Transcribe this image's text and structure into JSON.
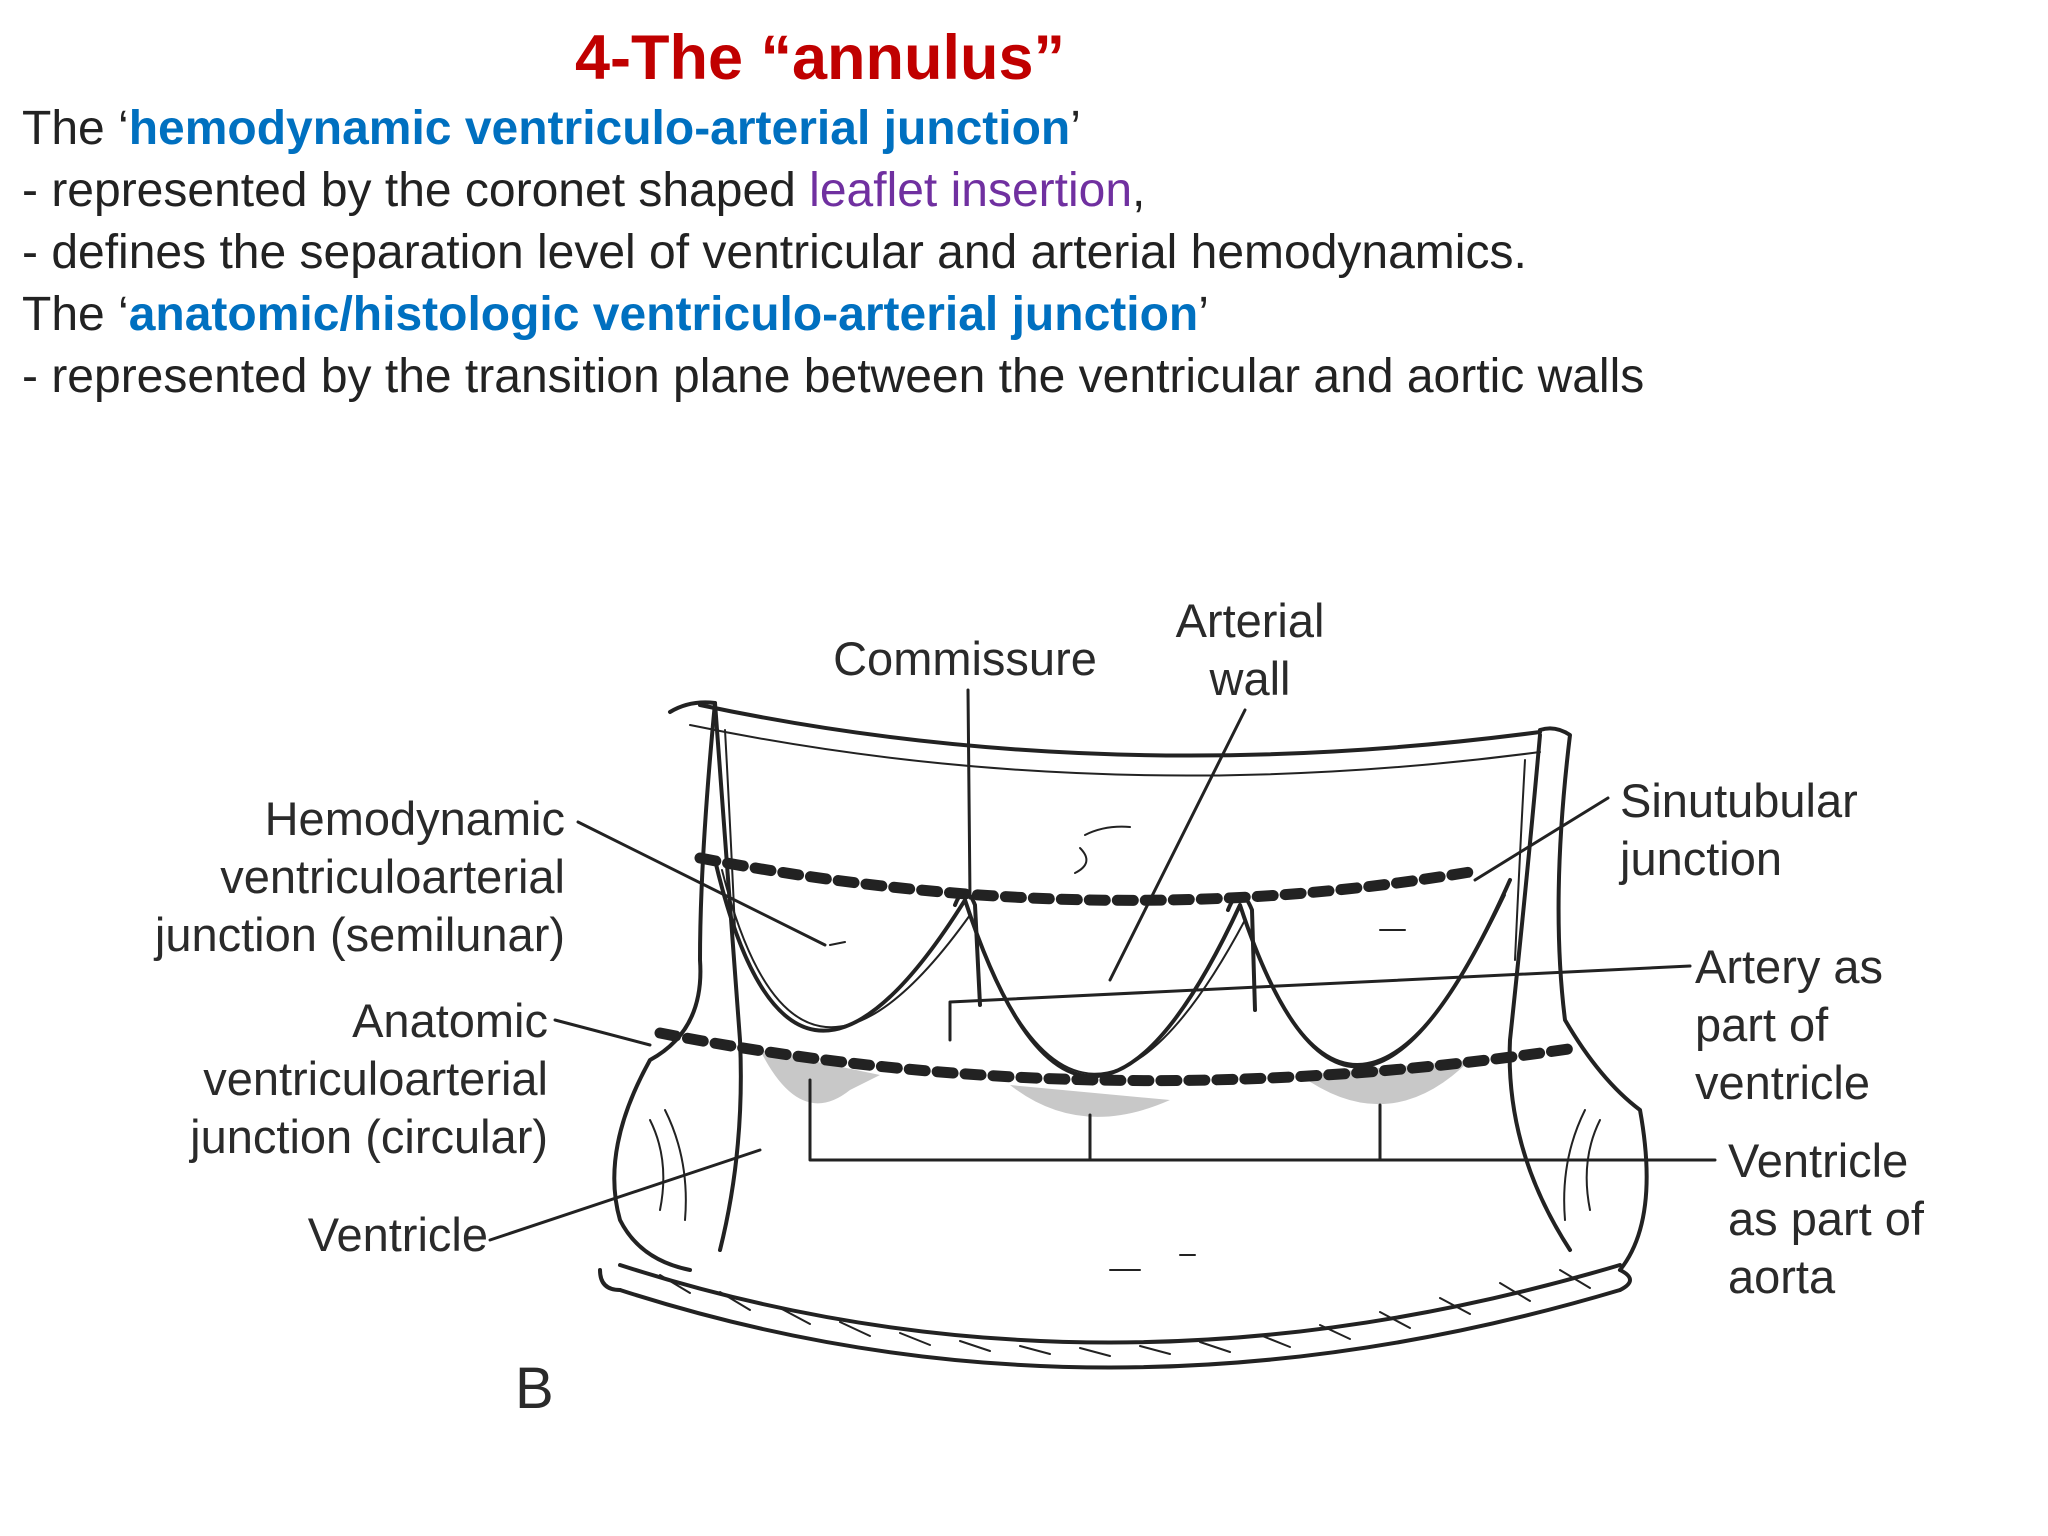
{
  "slide": {
    "title": "4-The “annulus”",
    "line1": {
      "prefix": "The ‘",
      "highlight": "hemodynamic ventriculo-arterial junction",
      "suffix": "’"
    },
    "line2": {
      "prefix": "- represented by the coronet shaped ",
      "highlight": "leaflet insertion",
      "suffix": ","
    },
    "line3": "- defines the separation level of ventricular and arterial hemodynamics.",
    "line4": {
      "prefix": "The ‘",
      "highlight": "anatomic/histologic ventriculo-arterial junction",
      "suffix": "’"
    },
    "line5": "- represented by the transition plane between the ventricular and aortic walls"
  },
  "diagram": {
    "labels": {
      "commissure": "Commissure",
      "arterial_wall_1": "Arterial",
      "arterial_wall_2": "wall",
      "hemo_1": "Hemodynamic",
      "hemo_2": "ventriculoarterial",
      "hemo_3": "junction (semilunar)",
      "anat_1": "Anatomic",
      "anat_2": "ventriculoarterial",
      "anat_3": "junction (circular)",
      "ventricle": "Ventricle",
      "sinu_1": "Sinutubular",
      "sinu_2": "junction",
      "artery_1": "Artery as",
      "artery_2": "part of",
      "artery_3": "ventricle",
      "vent_aorta_1": "Ventricle",
      "vent_aorta_2": "as part of",
      "vent_aorta_3": "aorta",
      "panel": "B"
    }
  }
}
